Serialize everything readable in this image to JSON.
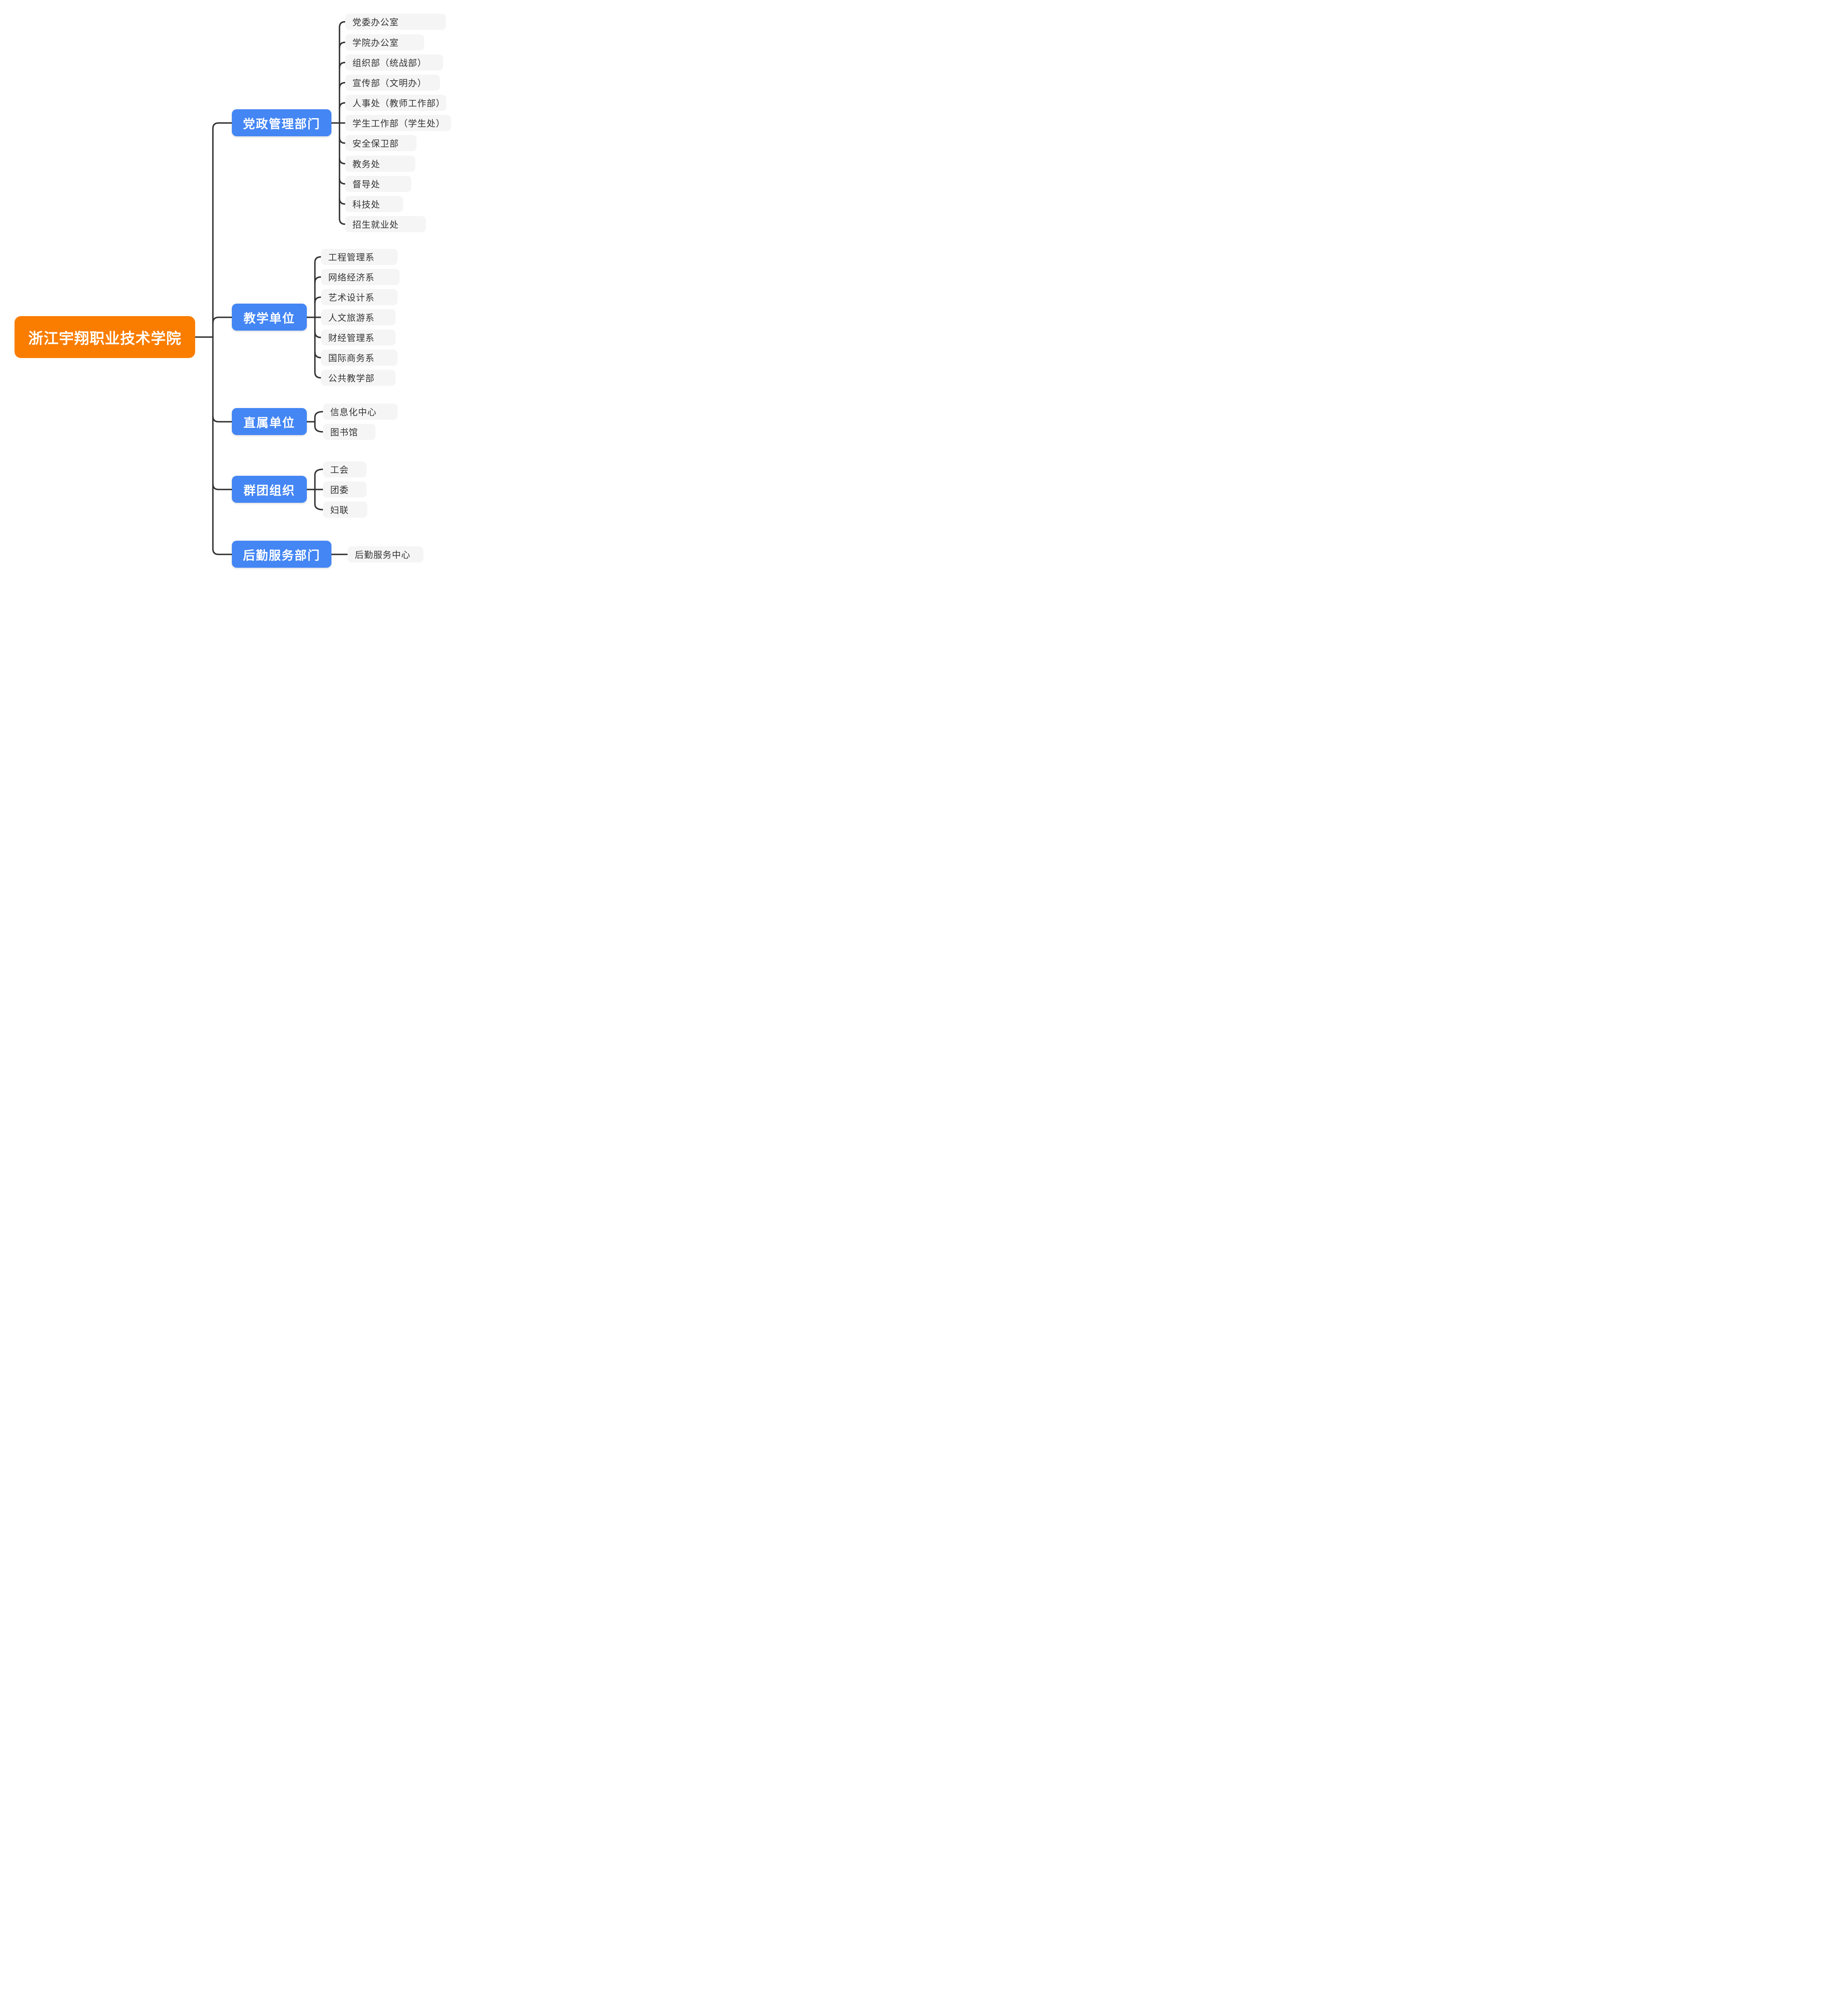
{
  "root": {
    "label": "浙江宇翔职业技术学院"
  },
  "colors": {
    "root_bg": "#FA7D00",
    "branch_bg": "#4486F4",
    "leaf_bg": "#F5F5F5",
    "connector_line": "#333333",
    "root_text": "#FFFFFF",
    "branch_text": "#FFFFFF",
    "leaf_text": "#333333"
  },
  "branches": [
    {
      "label": "党政管理部门",
      "children": [
        "党委办公室",
        "学院办公室",
        "组织部（统战部）",
        "宣传部（文明办）",
        "人事处（教师工作部）",
        "学生工作部（学生处）",
        "安全保卫部",
        "教务处",
        "督导处",
        "科技处",
        "招生就业处"
      ]
    },
    {
      "label": "教学单位",
      "children": [
        "工程管理系",
        "网络经济系",
        "艺术设计系",
        "人文旅游系",
        "财经管理系",
        "国际商务系",
        "公共教学部"
      ]
    },
    {
      "label": "直属单位",
      "children": [
        "信息化中心",
        "图书馆"
      ]
    },
    {
      "label": "群团组织",
      "children": [
        "工会",
        "团委",
        "妇联"
      ]
    },
    {
      "label": "后勤服务部门",
      "children": [
        "后勤服务中心"
      ]
    }
  ]
}
